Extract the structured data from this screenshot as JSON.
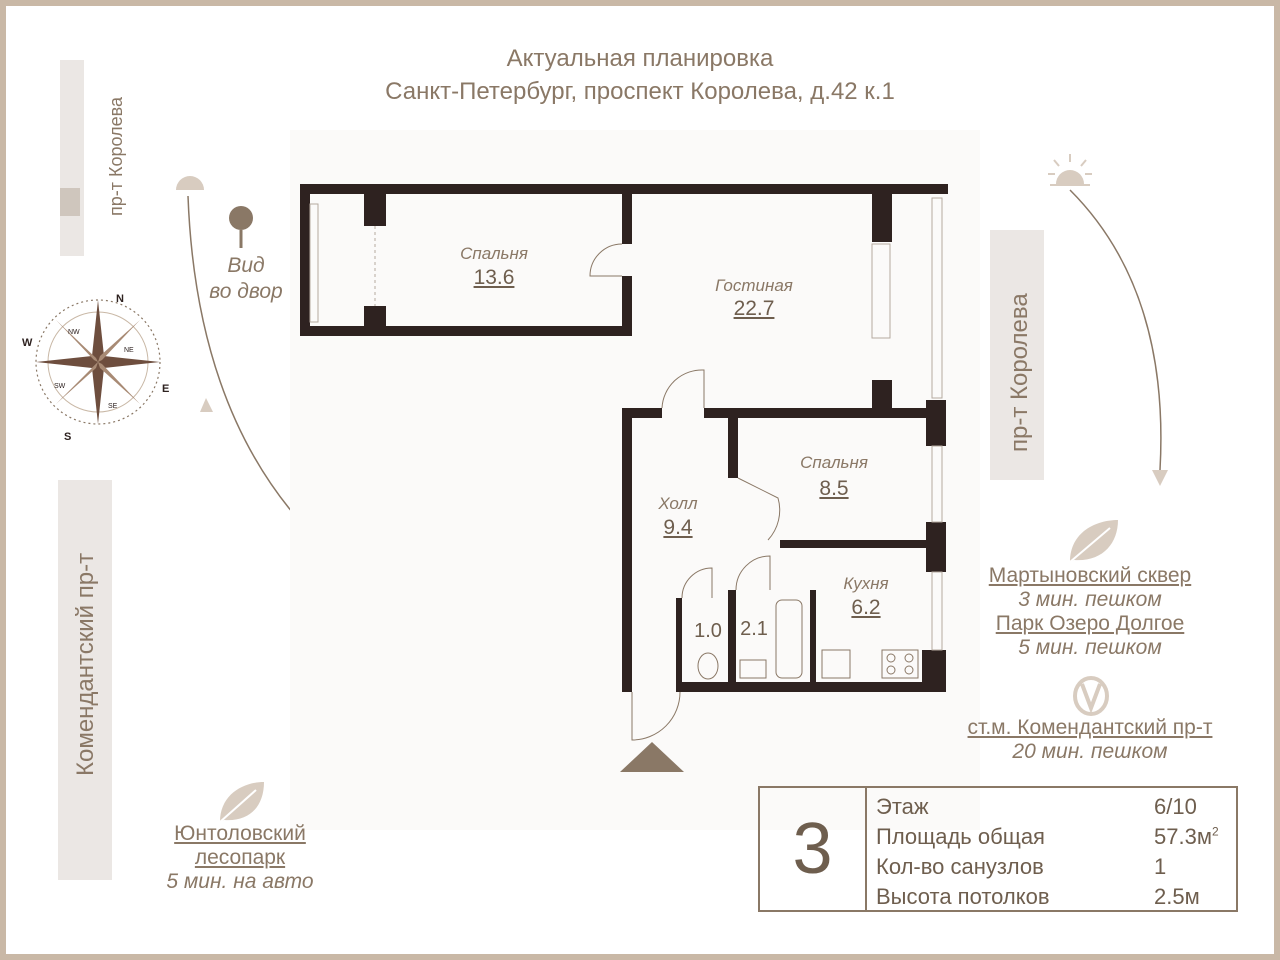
{
  "header": {
    "line1": "Актуальная планировка",
    "line2": "Санкт-Петербург, проспект Королева, д.42 к.1"
  },
  "streets": {
    "top_left": "пр-т Королева",
    "right": "пр-т Королева",
    "left": "Комендантский пр-т"
  },
  "view": {
    "line1": "Вид",
    "line2": "во двор"
  },
  "compass": {
    "n": "N",
    "e": "E",
    "s": "S",
    "w": "W",
    "nw": "NW",
    "ne": "NE",
    "se": "SE",
    "sw": "SW"
  },
  "rooms": [
    {
      "name": "Спальня",
      "area": "13.6"
    },
    {
      "name": "Гостиная",
      "area": "22.7"
    },
    {
      "name": "Спальня",
      "area": "8.5"
    },
    {
      "name": "Холл",
      "area": "9.4"
    },
    {
      "name": "Кухня",
      "area": "6.2"
    },
    {
      "name": "",
      "area": "1.0"
    },
    {
      "name": "",
      "area": "2.1"
    }
  ],
  "poi": {
    "park1_name": "Мартыновский сквер",
    "park1_time": "3 мин. пешком",
    "park2_name": "Парк Озеро Долгое",
    "park2_time": "5 мин. пешком",
    "metro_name": "ст.м. Комендантский пр-т",
    "metro_time": "20 мин. пешком",
    "forest_name1": "Юнтоловский",
    "forest_name2": "лесопарк",
    "forest_time": "5 мин. на авто"
  },
  "info": {
    "rooms_count": "3",
    "floor_label": "Этаж",
    "floor_value": "6/10",
    "area_label": "Площадь общая",
    "area_value": "57.3м",
    "area_unit_sup": "2",
    "bath_label": "Кол-во санузлов",
    "bath_value": "1",
    "height_label": "Высота потолков",
    "height_value": "2.5м"
  },
  "colors": {
    "wall": "#2e2220",
    "accent": "#8a7866",
    "frame": "#c9b8a6"
  }
}
